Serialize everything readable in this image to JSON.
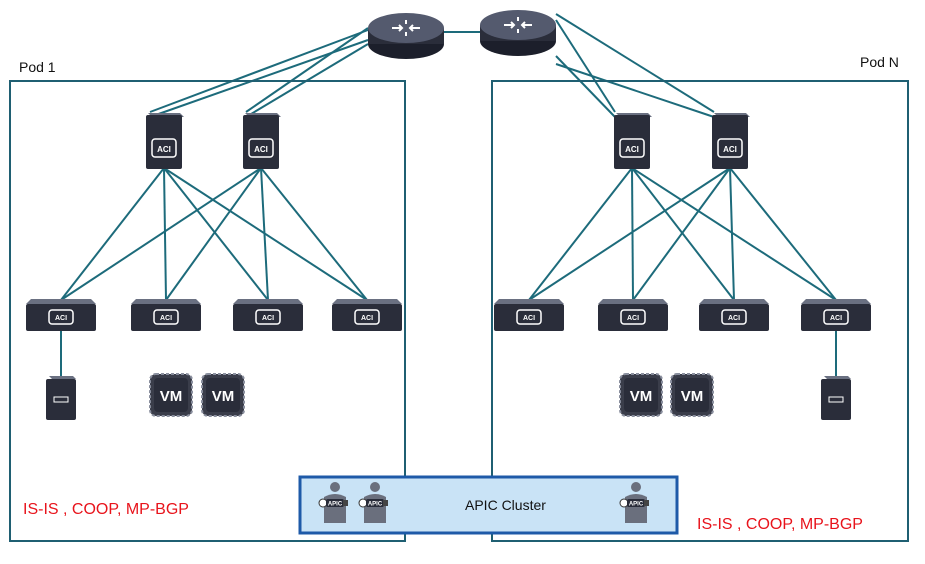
{
  "colors": {
    "link": "#1d6b7b",
    "pod_border": "#1f5f72",
    "device_dark": "#2a2d3a",
    "apic_fill": "#c9e3f6",
    "apic_border": "#1e5aa8",
    "protocol_text": "#e8131b"
  },
  "pods": [
    {
      "label": "Pod 1",
      "protocols": "IS-IS , COOP, MP-BGP"
    },
    {
      "label": "Pod N",
      "protocols": "IS-IS , COOP, MP-BGP"
    }
  ],
  "spine_badge": "ACI",
  "leaf_badge": "ACI",
  "vm_label": "VM",
  "apic_cluster": {
    "label": "APIC Cluster",
    "node_badge": "APIC"
  },
  "icons": {
    "core": "router-icon",
    "spine": "spine-switch-icon",
    "leaf": "leaf-switch-icon",
    "server": "server-icon",
    "vm": "virtual-machine-icon",
    "apic": "apic-controller-icon"
  }
}
